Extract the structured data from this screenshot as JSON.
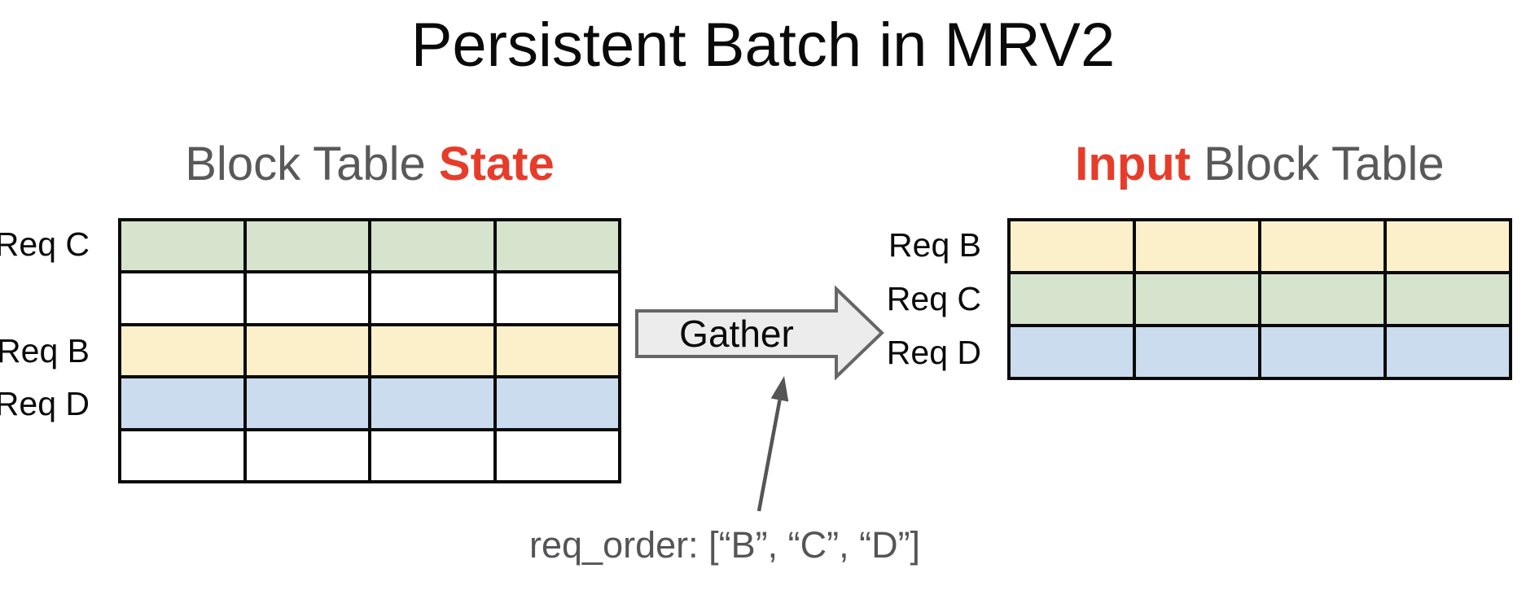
{
  "title": "Persistent Batch in MRV2",
  "left_panel": {
    "title_prefix": "Block Table ",
    "title_highlight": "State",
    "columns": 4,
    "rows": [
      {
        "label": "Req C",
        "color": "green"
      },
      {
        "label": "",
        "color": "white"
      },
      {
        "label": "Req B",
        "color": "yellow"
      },
      {
        "label": "Req D",
        "color": "blue"
      },
      {
        "label": "",
        "color": "white"
      }
    ]
  },
  "gather_arrow": {
    "label": "Gather"
  },
  "right_panel": {
    "title_highlight": "Input",
    "title_suffix": " Block Table",
    "columns": 4,
    "rows": [
      {
        "label": "Req B",
        "color": "yellow"
      },
      {
        "label": "Req C",
        "color": "green"
      },
      {
        "label": "Req D",
        "color": "blue"
      }
    ]
  },
  "annotation": {
    "text": "req_order: [“B”, “C”, “D”]"
  },
  "colors": {
    "green": "#d6e3cd",
    "yellow": "#fbf0ca",
    "blue": "#cbdcee",
    "white": "#ffffff",
    "highlight_red": "#e73c2a",
    "heading_gray": "#595959",
    "arrow_fill": "#ececec",
    "arrow_border": "#666666",
    "annotation_gray": "#555557"
  }
}
